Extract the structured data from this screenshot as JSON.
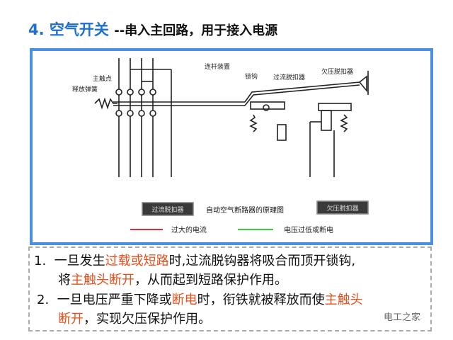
{
  "title": {
    "number": "4. 空气开关",
    "subtitle": "--串入主回路，用于接入电源"
  },
  "diagram": {
    "labels": {
      "spring": "释放弹簧",
      "main_contact": "主触点",
      "linkage": "连杆装置",
      "latch": "锁钩",
      "overcurrent": "过流脱扣器",
      "undervoltage": "欠压脱扣器"
    },
    "buttons": {
      "overcurrent": "过流脱扣器",
      "undervoltage": "欠压脱扣器"
    },
    "caption": "自动空气断路器的原理图",
    "legend": [
      {
        "label": "过大的电流",
        "color": "#d9303a"
      },
      {
        "label": "电压过低或断电",
        "color": "#3ccf3c"
      }
    ]
  },
  "points": [
    {
      "n": "1.",
      "a": "一旦发生",
      "b": "过载或短路",
      "c": "时,过流脱钩器将吸合而顶开锁钩,",
      "d": "将",
      "e": "主触头断开",
      "f": "，从而起到短路保护作用。"
    },
    {
      "n": "2.",
      "a": "一旦电压严重下降或",
      "b": "断电",
      "c": "时，衔铁就被释放而使",
      "d": "主触头",
      "e": "断开",
      "f": "，实现欠压保护作用。"
    }
  ],
  "watermark": "电工之家"
}
